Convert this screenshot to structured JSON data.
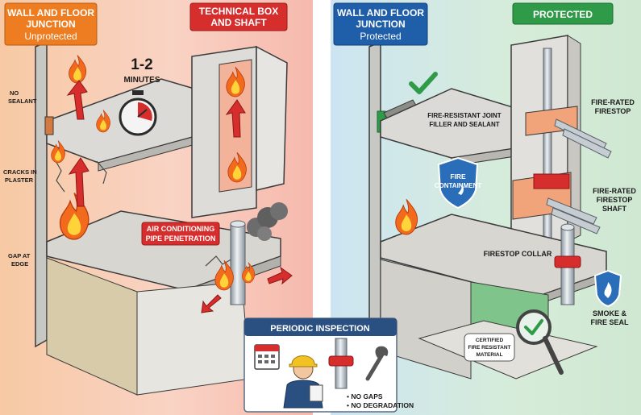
{
  "left_panel": {
    "header_title_1": "WALL AND FLOOR",
    "header_title_2": "JUNCTION",
    "header_sub": "Unprotected",
    "shaft_title_1": "TECHNICAL BOX",
    "shaft_title_2": "AND SHAFT",
    "timer_value": "1-2",
    "timer_unit": "MINUTES",
    "no_sealant_1": "NO",
    "no_sealant_2": "SEALANT",
    "cracks_1": "CRACKS IN",
    "cracks_2": "PLASTER",
    "gap_1": "GAP AT",
    "gap_2": "EDGE",
    "ac_1": "AIR CONDITIONING",
    "ac_2": "PIPE PENETRATION",
    "colors": {
      "header": "#ee7d22",
      "danger": "#d62d2d"
    }
  },
  "right_panel": {
    "header_title_1": "WALL AND FLOOR",
    "header_title_2": "JUNCTION",
    "header_sub": "Protected",
    "protected_label": "PROTECTED",
    "joint_1": "FIRE-RESISTANT JOINT",
    "joint_2": "FILLER AND SEALANT",
    "containment_1": "FIRE",
    "containment_2": "CONTAINMENT",
    "firestop_1": "FIRE-RATED",
    "firestop_2": "FIRESTOP",
    "shaft_1": "FIRE-RATED",
    "shaft_2": "FIRESTOP",
    "shaft_3": "SHAFT",
    "collar": "FIRESTOP COLLAR",
    "smoke_1": "SMOKE &",
    "smoke_2": "FIRE SEAL",
    "cert_1": "CERTIFIED",
    "cert_2": "FIRE RESISTANT",
    "cert_3": "MATERIAL",
    "colors": {
      "header": "#1f5ea8",
      "protected": "#2f9a48"
    }
  },
  "inspection": {
    "title": "PERIODIC INSPECTION",
    "item_1": "• NO GAPS",
    "item_2": "• NO DEGRADATION",
    "colors": {
      "header": "#2a5082"
    }
  }
}
